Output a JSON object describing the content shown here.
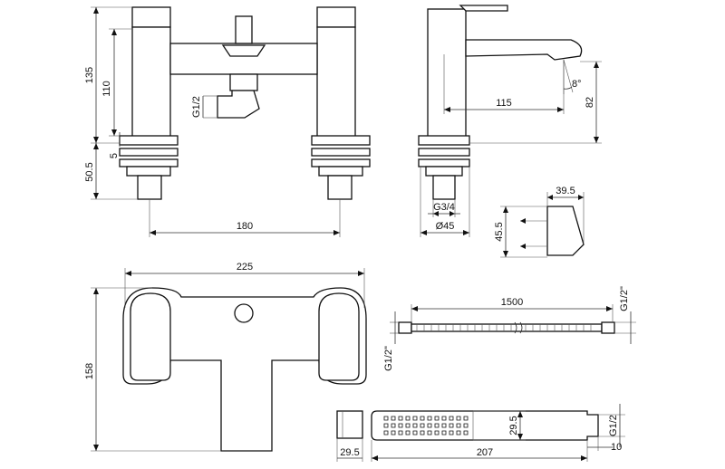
{
  "dimensions": {
    "d135": "135",
    "d110": "110",
    "d5": "5",
    "d50_5": "50.5",
    "d180": "180",
    "g1_2_valve": "G1/2",
    "d115": "115",
    "d82": "82",
    "d8deg": "8°",
    "g3_4": "G3/4",
    "d45dia": "Ø45",
    "d39_5": "39.5",
    "d45_5": "45.5",
    "d225": "225",
    "d158": "158",
    "d1500": "1500",
    "g1_2_hose_right": "G1/2\"",
    "g1_2_hose_left": "G1/2\"",
    "d29_5_top": "29.5",
    "d29_5_bottom": "29.5",
    "d207": "207",
    "g1_2_handset": "G1/2",
    "d10": "10"
  }
}
